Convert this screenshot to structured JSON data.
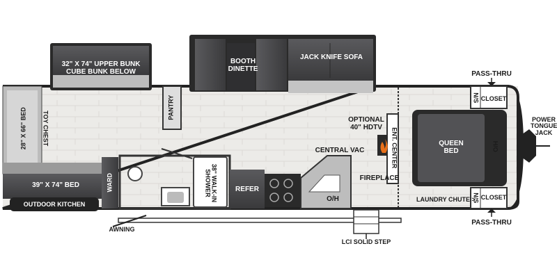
{
  "labels": {
    "upper_bunk_line1": "32\" X 74\" UPPER BUNK",
    "upper_bunk_line2": "CUBE BUNK BELOW",
    "booth_dinette_line1": "BOOTH",
    "booth_dinette_line2": "DINETTE",
    "jack_knife_sofa": "JACK KNIFE SOFA",
    "pass_thru_top": "PASS-THRU",
    "pass_thru_bottom": "PASS-THRU",
    "ns_top": "N/S",
    "ns_bottom": "N/S",
    "closet_top": "CLOSET",
    "closet_bottom": "CLOSET",
    "power_tongue_jack_line1": "POWER",
    "power_tongue_jack_line2": "TONGUE",
    "power_tongue_jack_line3": "JACK",
    "pantry": "PANTRY",
    "toy_chest": "TOY CHEST",
    "bed_28x66": "28\" X 66\" BED",
    "optional_hdtv_line1": "OPTIONAL",
    "optional_hdtv_line2": "40\" HDTV",
    "ent_center": "ENT. CENTER",
    "queen_bed_line1": "QUEEN",
    "queen_bed_line2": "BED",
    "ho": "H/O",
    "central_vac": "CENTRAL VAC",
    "fireplace": "FIREPLACE",
    "laundry_chute": "LAUNDRY CHUTE >",
    "ward": "WARD",
    "bed_39x74": "39\" X 74\" BED",
    "outdoor_kitchen": "OUTDOOR KITCHEN",
    "walk_in_shower_line1": "38\" WALK-IN",
    "walk_in_shower_line2": "SHOWER",
    "refer": "REFER",
    "oh": "O/H",
    "awning": "AWNING",
    "lci_solid_step": "LCI SOLID STEP"
  },
  "colors": {
    "wall": "#2a2a2a",
    "floor": "#eceae6",
    "cushion_dark": "#4a4a4c",
    "cushion_mid": "#6d6d70",
    "counter": "#bdbdbd",
    "fire": "#e8701a"
  }
}
